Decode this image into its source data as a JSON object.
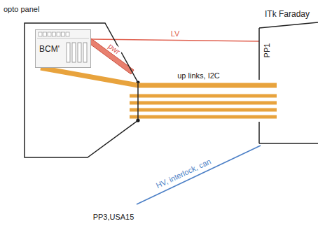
{
  "diagram": {
    "nodes": [
      {
        "text": [
          "opto panel"
        ]
      },
      {
        "text": [
          "BCM'"
        ],
        "in": 0
      },
      {
        "text": [
          "ITk Faraday"
        ]
      }
    ],
    "edges": [
      {
        "from": 1,
        "to": 2,
        "arrow": "none",
        "label": "LV"
      },
      {
        "from": 1,
        "to": 2,
        "arrow": "none",
        "label": "up links, I2C"
      }
    ],
    "labels": [
      "pwr",
      "PP1",
      "HV, interlock, can",
      "PP3,USA15"
    ]
  }
}
